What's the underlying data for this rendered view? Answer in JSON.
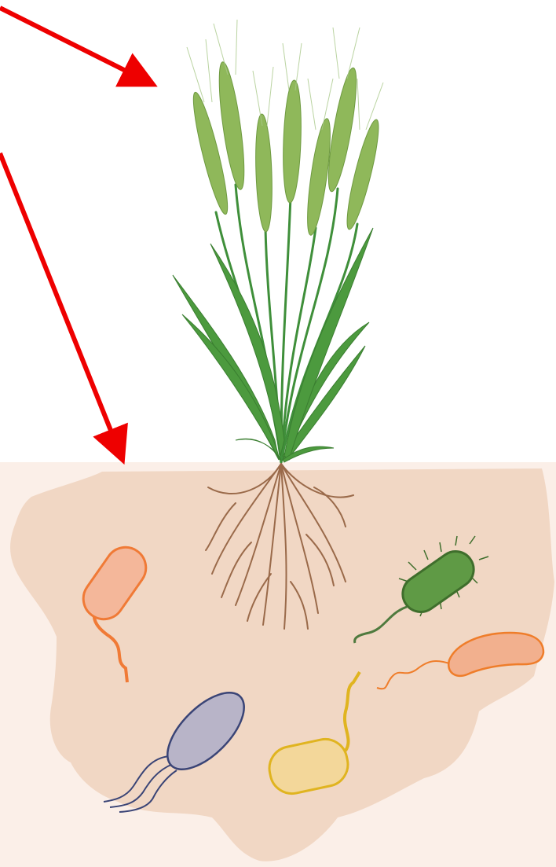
{
  "figure": {
    "colors": {
      "background": "#ffffff",
      "soil_band": "#fbefe8",
      "soil_blob": "#f1d7c4",
      "arrow": "#ee0000",
      "wheat_head": "#8fb85a",
      "wheat_stem": "#3f8f3a",
      "leaf": "#4c9a3e",
      "root": "#9a6a4a"
    },
    "arrows": [
      {
        "target": "wheat-plant"
      },
      {
        "target": "soil-rhizosphere"
      }
    ],
    "microbes": [
      {
        "name": "orange-bacterium-left",
        "body": "#f4b79a",
        "outline": "#f07a36",
        "flagellum": "#f07a36"
      },
      {
        "name": "green-spiky-bacterium",
        "body": "#5f9a45",
        "outline": "#3f6e2c",
        "flagellum": "#4f7a3e"
      },
      {
        "name": "peach-bacterium-right",
        "body": "#f2b08e",
        "outline": "#ef7d2a",
        "flagellum": "#ef7d2a"
      },
      {
        "name": "purple-bacterium",
        "body": "#b8b4c8",
        "outline": "#3a4476",
        "flagellum": "#3a4476"
      },
      {
        "name": "yellow-bacterium",
        "body": "#f3d79a",
        "outline": "#e0b420",
        "flagellum": "#e0b420"
      }
    ]
  }
}
